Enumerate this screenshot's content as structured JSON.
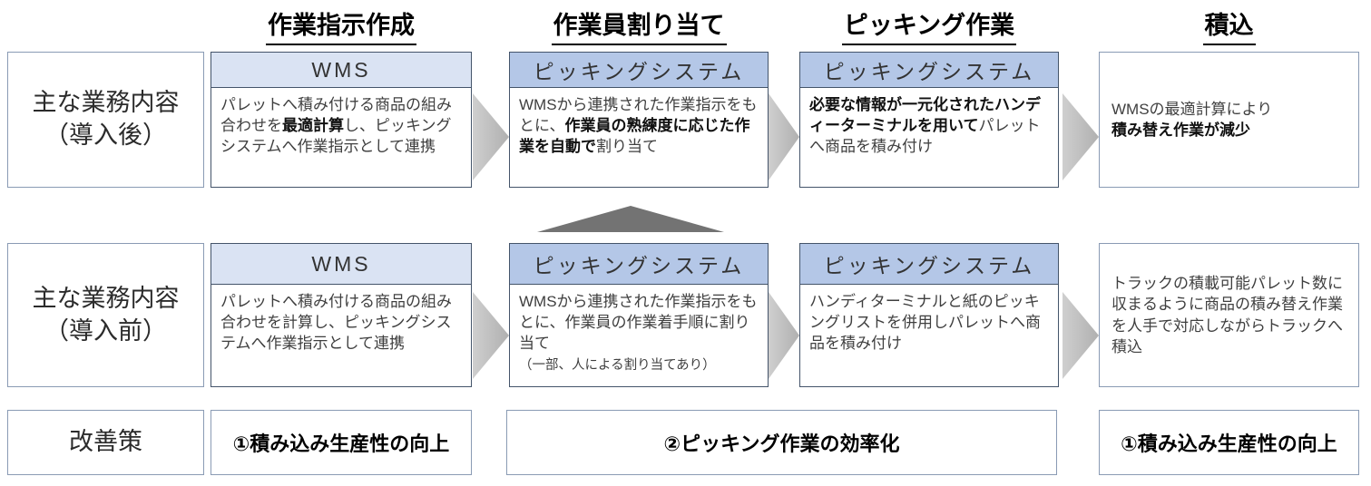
{
  "stage_titles": [
    "作業指示作成",
    "作業員割り当て",
    "ピッキング作業",
    "積込"
  ],
  "row_after": {
    "label_lines": [
      "主な業務内容",
      "（導入後）"
    ],
    "boxes": [
      {
        "system": "WMS",
        "segments": [
          {
            "t": "パレットへ積み付ける商品の組み合わせを"
          },
          {
            "t": "最適計算",
            "b": true
          },
          {
            "t": "し、ピッキングシステムへ作業指示として連携"
          }
        ]
      },
      {
        "system": "ピッキングシステム",
        "segments": [
          {
            "t": "WMSから連携された作業指示をもとに、"
          },
          {
            "t": "作業員の熟練度に応じた作業を自動で",
            "b": true
          },
          {
            "t": "割り当て"
          }
        ]
      },
      {
        "system": "ピッキングシステム",
        "segments": [
          {
            "t": "必要な情報が一元化されたハンディーターミナルを用いて",
            "b": true
          },
          {
            "t": "パレットへ商品を積み付け"
          }
        ]
      },
      {
        "system": null,
        "segments": [
          {
            "t": "WMSの最適計算により"
          },
          {
            "t": "積み替え作業が減少",
            "b": true
          }
        ]
      }
    ]
  },
  "row_before": {
    "label_lines": [
      "主な業務内容",
      "（導入前）"
    ],
    "boxes": [
      {
        "system": "WMS",
        "segments": [
          {
            "t": "パレットへ積み付ける商品の組み合わせを計算し、ピッキングシステムへ作業指示として連携"
          }
        ]
      },
      {
        "system": "ピッキングシステム",
        "segments": [
          {
            "t": "WMSから連携された作業指示をもとに、作業員の作業着手順に割り当て"
          },
          {
            "t": "（一部、人による割り当てあり）",
            "small": true,
            "br": true
          }
        ]
      },
      {
        "system": "ピッキングシステム",
        "segments": [
          {
            "t": "ハンディターミナルと紙のピッキングリストを併用しパレットへ商品を積み付け"
          }
        ]
      },
      {
        "system": null,
        "segments": [
          {
            "t": "トラックの積載可能パレット数に収まるように商品の積み替え作業を人手で対応しながらトラックへ積込"
          }
        ]
      }
    ]
  },
  "row_improvement": {
    "label": "改善策",
    "boxes": [
      {
        "text": "①積み込み生産性の向上"
      },
      {
        "text": "②ピッキング作業の効率化"
      },
      {
        "text": "①積み込み生産性の向上"
      }
    ]
  },
  "colors": {
    "header_fill_light": "#dae3f3",
    "header_fill_medium": "#b4c7e7",
    "box_border_dark": "#44546a",
    "box_border_light": "#8a9bb4",
    "flow_arrow_gray": "#bdbdbd",
    "up_arrow_gray": "#737373"
  }
}
